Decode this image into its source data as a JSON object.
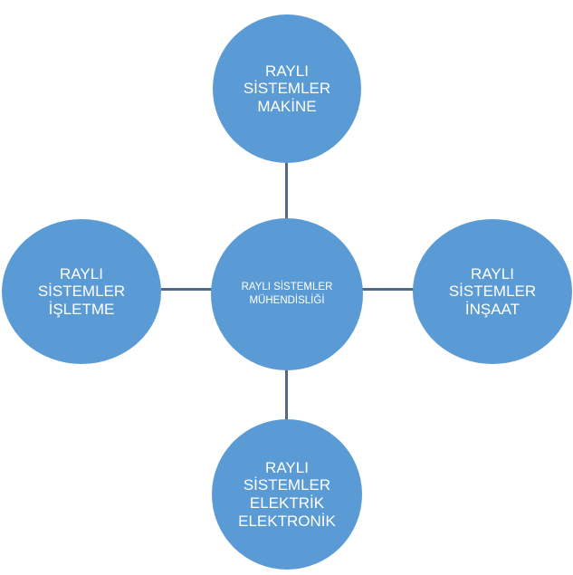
{
  "diagram": {
    "type": "radial",
    "colors": {
      "node_fill": "#5b9bd5",
      "node_text": "#ffffff",
      "connector": "#4f6a8a",
      "background": "#ffffff"
    },
    "center": {
      "label": "RAYLI SİSTEMLER\nMÜHENDİSLİĞİ"
    },
    "nodes": {
      "top": {
        "label": "RAYLI\nSİSTEMLER\nMAKİNE"
      },
      "left": {
        "label": "RAYLI\nSİSTEMLER\nİŞLETME"
      },
      "right": {
        "label": "RAYLI\nSİSTEMLER\nİNŞAAT"
      },
      "bottom": {
        "label": "RAYLI\nSİSTEMLER\nELEKTRİK\nELEKTRONİK"
      }
    },
    "edges": [
      {
        "from": "center",
        "to": "top"
      },
      {
        "from": "center",
        "to": "left"
      },
      {
        "from": "center",
        "to": "right"
      },
      {
        "from": "center",
        "to": "bottom"
      }
    ]
  }
}
